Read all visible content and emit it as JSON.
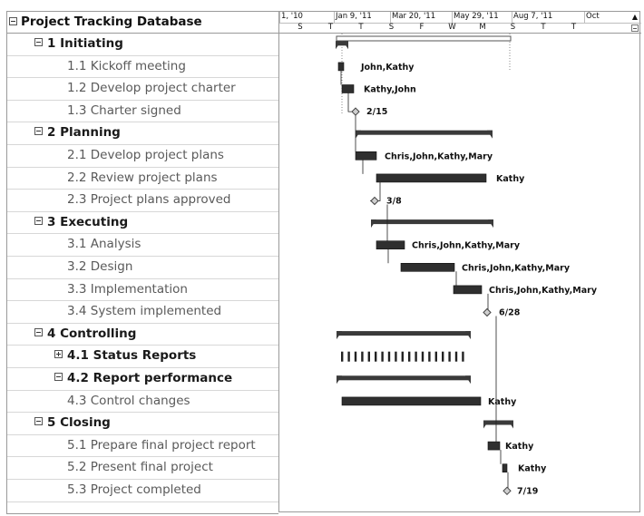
{
  "table": {
    "title": "Project Tracking Database",
    "rows": [
      {
        "label": "1 Initiating",
        "kind": "summary",
        "indent": 1,
        "toggle": "minus"
      },
      {
        "label": "1.1 Kickoff meeting",
        "kind": "sub",
        "indent": 2
      },
      {
        "label": "1.2 Develop project charter",
        "kind": "sub",
        "indent": 2
      },
      {
        "label": "1.3 Charter signed",
        "kind": "sub",
        "indent": 2
      },
      {
        "label": "2 Planning",
        "kind": "summary",
        "indent": 1,
        "toggle": "minus"
      },
      {
        "label": "2.1 Develop project plans",
        "kind": "sub",
        "indent": 2
      },
      {
        "label": "2.2 Review project plans",
        "kind": "sub",
        "indent": 2
      },
      {
        "label": "2.3 Project plans approved",
        "kind": "sub",
        "indent": 2
      },
      {
        "label": "3 Executing",
        "kind": "summary",
        "indent": 1,
        "toggle": "minus"
      },
      {
        "label": "3.1 Analysis",
        "kind": "sub",
        "indent": 2
      },
      {
        "label": "3.2 Design",
        "kind": "sub",
        "indent": 2
      },
      {
        "label": "3.3 Implementation",
        "kind": "sub",
        "indent": 2
      },
      {
        "label": "3.4 System implemented",
        "kind": "sub",
        "indent": 2
      },
      {
        "label": "4 Controlling",
        "kind": "summary",
        "indent": 1,
        "toggle": "minus"
      },
      {
        "label": "4.1 Status Reports",
        "kind": "summary",
        "indent": 2,
        "toggle": "plus"
      },
      {
        "label": "4.2 Report performance",
        "kind": "summary",
        "indent": 2,
        "toggle": "minus"
      },
      {
        "label": "4.3 Control changes",
        "kind": "sub",
        "indent": 2
      },
      {
        "label": "5 Closing",
        "kind": "summary",
        "indent": 1,
        "toggle": "minus"
      },
      {
        "label": "5.1 Prepare final project report",
        "kind": "sub",
        "indent": 2
      },
      {
        "label": "5.2 Present final project",
        "kind": "sub",
        "indent": 2
      },
      {
        "label": "5.3 Project completed",
        "kind": "sub",
        "indent": 2
      }
    ]
  },
  "timescale": {
    "top": [
      "1, '10",
      "Jan 9, '11",
      "Mar 20, '11",
      "May 29, '11",
      "Aug 7, '11",
      "Oct"
    ],
    "bottom": [
      "S",
      "T",
      "T",
      "S",
      "F",
      "W",
      "M",
      "S",
      "T",
      "T"
    ]
  },
  "gantt": {
    "resource_labels": [
      "John,Kathy",
      "Kathy,John",
      "2/15",
      "Chris,John,Kathy,Mary",
      "Kathy",
      "3/8",
      "Chris,John,Kathy,Mary",
      "Chris,John,Kathy,Mary",
      "Chris,John,Kathy,Mary",
      "6/28",
      "Kathy",
      "Kathy",
      "Kathy",
      "7/19"
    ]
  }
}
